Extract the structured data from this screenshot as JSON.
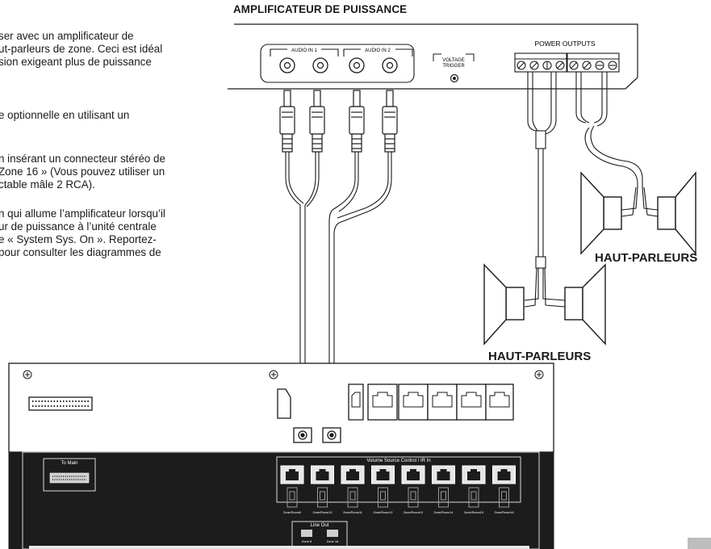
{
  "intro_lines": [
    "ser avec un amplificateur de",
    "ut-parleurs de zone. Ceci est idéal",
    "sion exigeant plus de puissance",
    "",
    "e optionnelle en utilisant un",
    "",
    "n insérant un connecteur stéréo de",
    "Zone 16 » (Vous pouvez utiliser un",
    "ctable mâle 2 RCA).",
    "",
    "n qui allume l’amplificateur lorsqu’il",
    "ur de puissance à l’unité centrale",
    "e « System Sys. On ». Reportez-",
    "pour consulter les diagrammes de"
  ],
  "amplifier": {
    "title": "AMPLIFICATEUR DE PUISSANCE",
    "audio_in_1": "AUDIO IN 1",
    "audio_in_2": "AUDIO IN 2",
    "voltage_trigger_line1": "VOLTAGE",
    "voltage_trigger_line2": "TRIGGER",
    "power_outputs": "POWER OUTPUTS"
  },
  "speakers": {
    "label_right": "HAUT-PARLEURS",
    "label_bottom": "HAUT-PARLEURS"
  },
  "central_unit": {
    "to_main": "To Main",
    "volume_source_control": "Volume Source Control / IR In",
    "zone_labels": [
      "Zone/Room9",
      "Zone/Room10",
      "Zone/Room11",
      "Zone/Room12",
      "Zone/Room13",
      "Zone/Room14",
      "Zone/Room15",
      "Zone/Room16"
    ],
    "line_out": "Line Out",
    "line_out_zones": [
      "Zone 8",
      "Zone 16"
    ]
  },
  "colors": {
    "panel_dark": "#1c1c1c",
    "panel_light": "#f4f4f4",
    "line": "#1a1a1a",
    "tab": "#bdbdbd"
  }
}
